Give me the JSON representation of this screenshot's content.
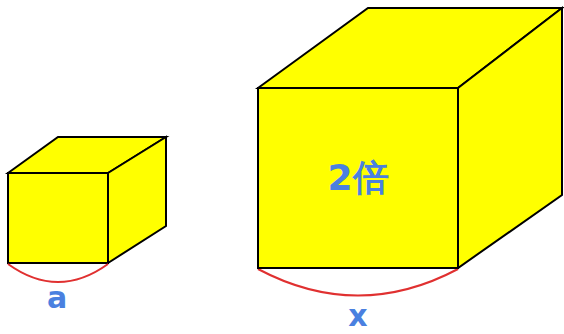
{
  "diagram": {
    "nodes": [
      {
        "text": [
          "2倍"
        ]
      }
    ],
    "labels": [
      "a",
      "x"
    ]
  }
}
